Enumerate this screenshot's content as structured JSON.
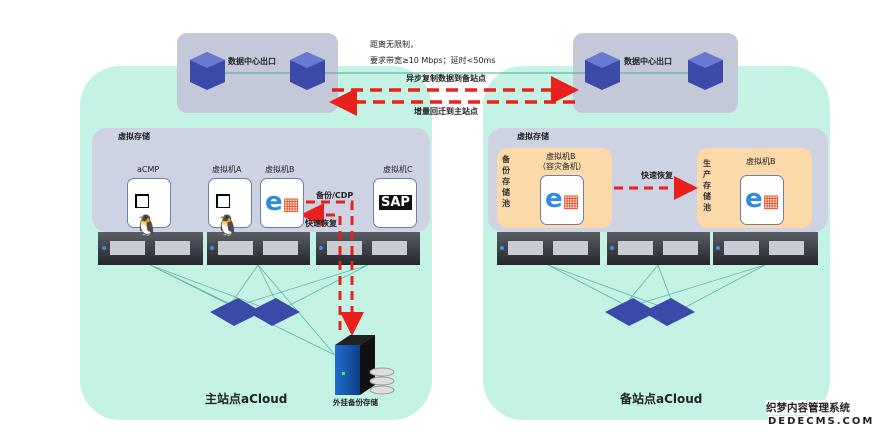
{
  "exit_label": "数据中心出口",
  "link_note": {
    "line1": "距离无限制，",
    "line2": "要求带宽≥10 Mbps；延时<50ms"
  },
  "replicate_label": "异步复制数据到备站点",
  "return_label": "增量回迁到主站点",
  "primary": {
    "title": "主站点aCloud",
    "storage_title": "虚拟存储",
    "vms": [
      "aCMP",
      "虚拟机A",
      "虚拟机B",
      "虚拟机C"
    ],
    "backup_label": "备份/CDP",
    "restore_label": "快速恢复",
    "external_storage": "外挂备份存储"
  },
  "standby": {
    "title": "备站点aCloud",
    "storage_title": "虚拟存储",
    "backup_pool": "备份存储池",
    "prod_pool": "生产存储池",
    "vm_backup_line1": "虚拟机B",
    "vm_backup_line2": "（容灾备机）",
    "vm_prod": "虚拟机B",
    "restore_label": "快速恢复"
  },
  "watermark": {
    "line1": "织梦内容管理系统",
    "line2": "DEDECMS.COM"
  },
  "colors": {
    "site_bg": "#c4f2e4",
    "panel": "#cdd3e3",
    "pool": "#fbd9a8",
    "arrow": "#e8211d",
    "server": "#3a3d44"
  }
}
